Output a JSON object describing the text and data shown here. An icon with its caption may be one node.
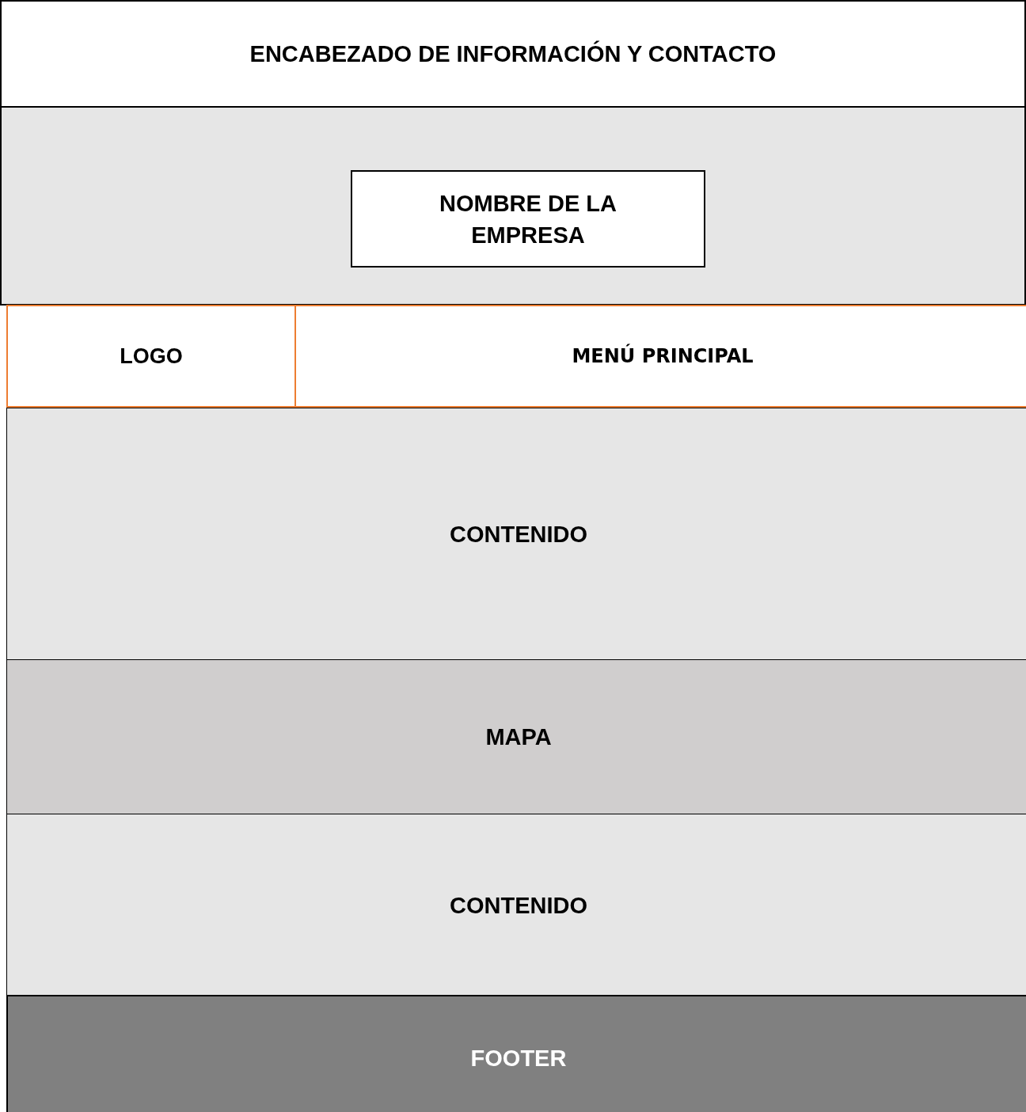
{
  "diagram": {
    "nodes": [
      {
        "text": [
          "ENCABEZADO DE INFORMACIÓN Y CONTACTO"
        ]
      },
      {
        "text": [],
        "shape": "box"
      },
      {
        "text": [
          "NOMBRE DE LA EMPRESA"
        ],
        "in": 1
      },
      {
        "text": [
          "LOGO"
        ]
      },
      {
        "text": [
          "MENÚ PRINCIPAL"
        ]
      },
      {
        "text": [
          "CONTENIDO"
        ]
      },
      {
        "text": [
          "MAPA"
        ]
      },
      {
        "text": [
          "CONTENIDO"
        ]
      },
      {
        "text": [
          "FOOTER"
        ]
      }
    ]
  }
}
